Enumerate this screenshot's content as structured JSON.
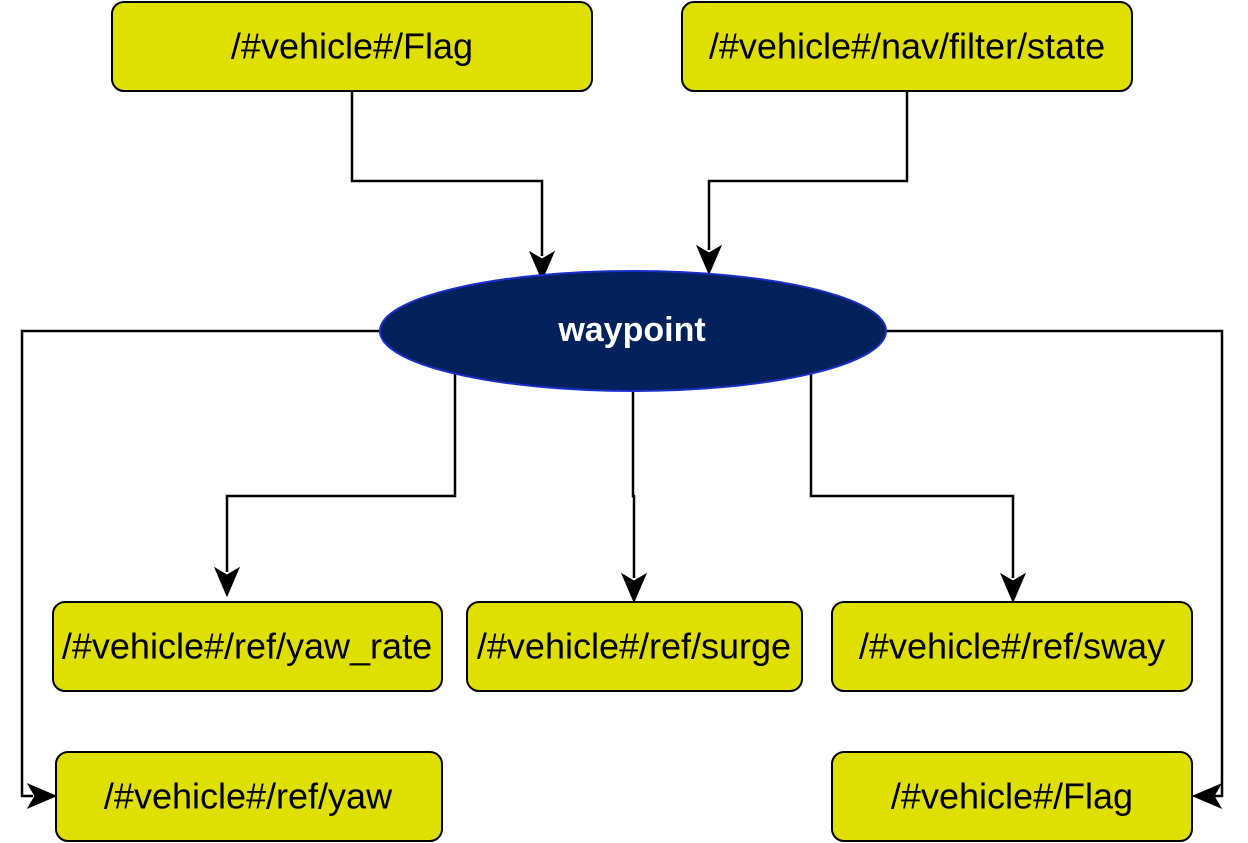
{
  "colors": {
    "topic_fill": "#e0e000",
    "node_fill": "#03215b",
    "node_text": "#ffffff",
    "edge": "#000000"
  },
  "node": {
    "label": "waypoint"
  },
  "inputs": [
    {
      "label": "/#vehicle#/Flag"
    },
    {
      "label": "/#vehicle#/nav/filter/state"
    }
  ],
  "outputs": [
    {
      "label": "/#vehicle#/ref/yaw_rate"
    },
    {
      "label": "/#vehicle#/ref/surge"
    },
    {
      "label": "/#vehicle#/ref/sway"
    },
    {
      "label": "/#vehicle#/ref/yaw"
    },
    {
      "label": "/#vehicle#/Flag"
    }
  ]
}
